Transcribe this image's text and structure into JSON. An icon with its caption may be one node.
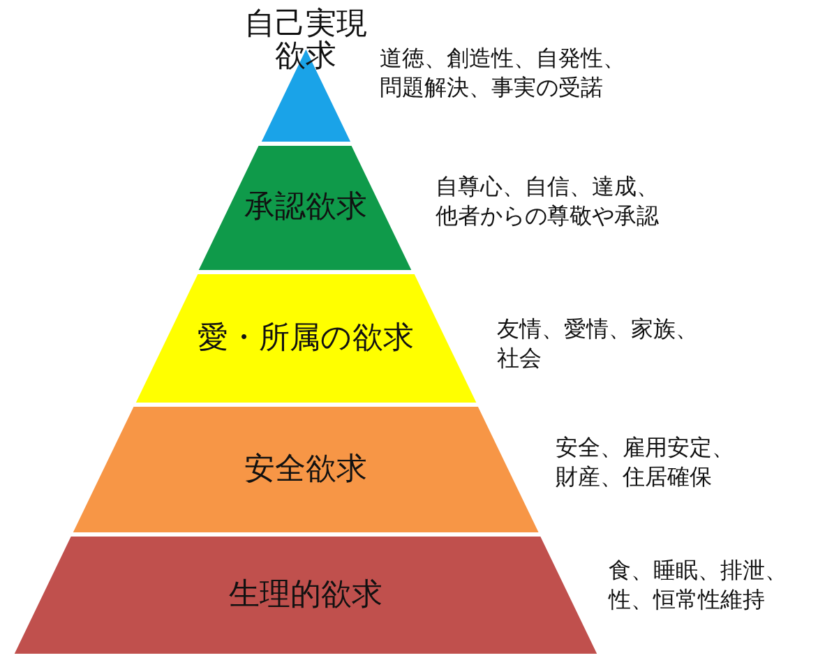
{
  "diagram": {
    "nodes": [
      {
        "text": [
          "自己実現欲求"
        ],
        "beside": [
          "道徳、創造性、自発性、問題解決、事実の受諾"
        ]
      },
      {
        "text": [
          "承認欲求"
        ],
        "beside": [
          "自尊心、自信、達成、他者からの尊敬や承認"
        ]
      },
      {
        "text": [
          "愛・所属の欲求"
        ],
        "beside": [
          "友情、愛情、家族、社会"
        ]
      },
      {
        "text": [
          "安全欲求"
        ],
        "beside": [
          "安全、雇用安定、財産、住居確保"
        ]
      },
      {
        "text": [
          "生理的欲求"
        ],
        "beside": [
          "食、睡眠、排泄、性、恒常性維持"
        ]
      }
    ]
  }
}
